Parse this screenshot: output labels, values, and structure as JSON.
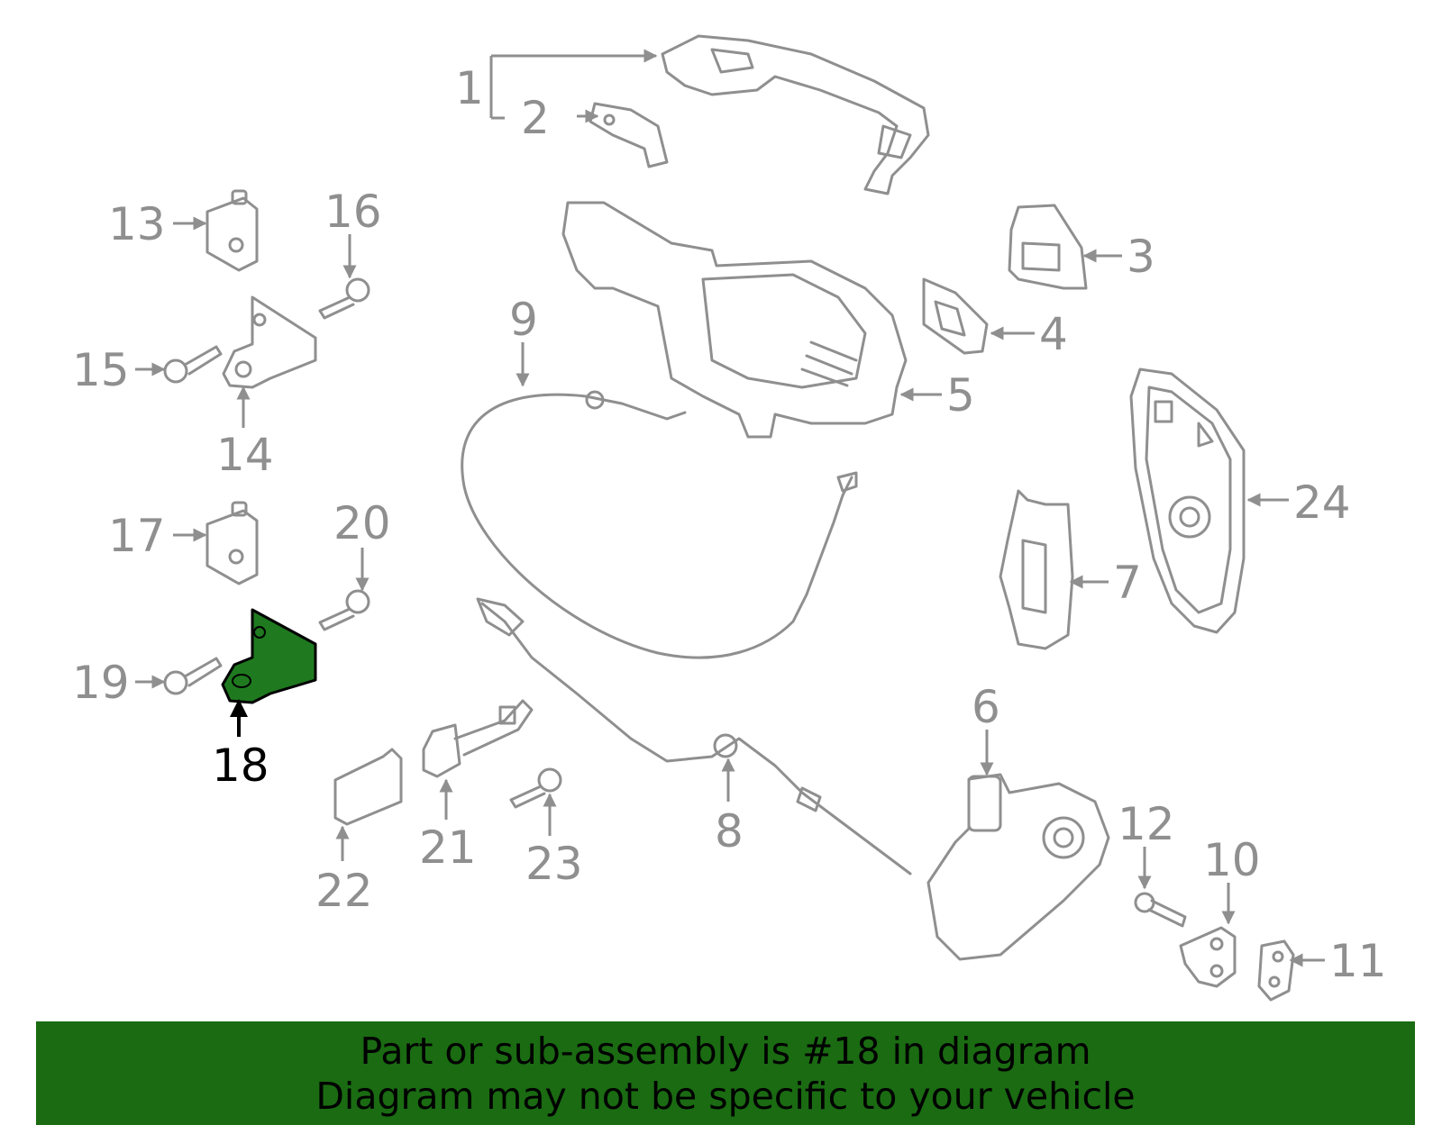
{
  "highlight_color": "#1f7a1f",
  "banner_color": "#1a6b12",
  "callouts": {
    "c1": "1",
    "c2": "2",
    "c3": "3",
    "c4": "4",
    "c5": "5",
    "c6": "6",
    "c7": "7",
    "c8": "8",
    "c9": "9",
    "c10": "10",
    "c11": "11",
    "c12": "12",
    "c13": "13",
    "c14": "14",
    "c15": "15",
    "c16": "16",
    "c17": "17",
    "c18": "18",
    "c19": "19",
    "c20": "20",
    "c21": "21",
    "c22": "22",
    "c23": "23",
    "c24": "24"
  },
  "banner": {
    "line1": "Part or sub-assembly is #18 in diagram",
    "line2": "Diagram may not be specific to your vehicle"
  }
}
